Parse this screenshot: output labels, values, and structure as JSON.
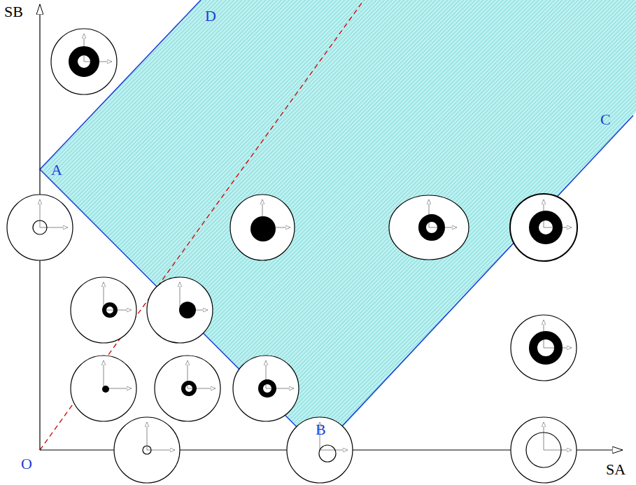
{
  "diagram": {
    "labels": [
      "SB",
      "D",
      "A",
      "C",
      "B",
      "O",
      "SA"
    ]
  }
}
